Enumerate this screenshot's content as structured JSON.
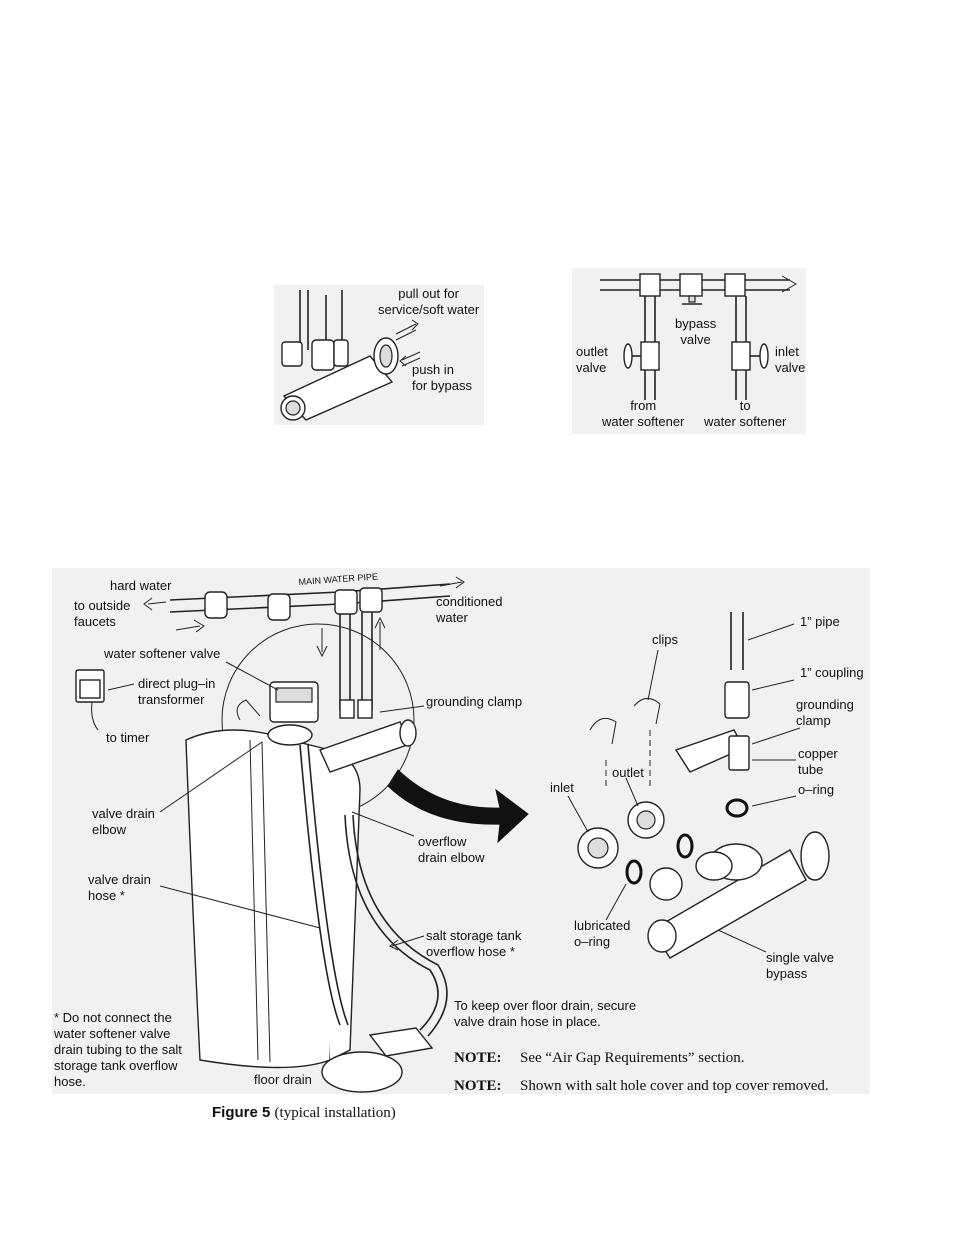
{
  "inset_left": {
    "pull_out": "pull out for\nservice/soft water",
    "push_in": "push in\nfor bypass"
  },
  "inset_right": {
    "bypass_valve": "bypass\nvalve",
    "outlet_valve": "outlet\nvalve",
    "inlet_valve": "inlet\nvalve",
    "from_softener": "from\nwater softener",
    "to_softener": "to\nwater softener"
  },
  "main": {
    "hard_water": "hard water",
    "main_water_pipe": "MAIN WATER PIPE",
    "to_outside_faucets": "to outside\nfaucets",
    "conditioned_water": "conditioned\nwater",
    "water_softener_valve": "water softener valve",
    "direct_plugin_transformer": "direct plug–in\ntransformer",
    "to_timer": "to timer",
    "grounding_clamp": "grounding clamp",
    "valve_drain_elbow": "valve drain\nelbow",
    "overflow_drain_elbow": "overflow\ndrain elbow",
    "valve_drain_hose": "valve drain\nhose *",
    "salt_tank_overflow_hose": "salt storage tank\noverflow hose *",
    "floor_drain": "floor drain",
    "footnote": "* Do not connect the\nwater softener valve\ndrain tubing to the salt\nstorage tank overflow\nhose.",
    "keep_over_drain": "To keep over floor drain, secure\nvalve drain hose in place."
  },
  "exploded": {
    "clips": "clips",
    "pipe_1in": "1” pipe",
    "coupling_1in": "1” coupling",
    "grounding_clamp": "grounding\nclamp",
    "copper_tube": "copper\ntube",
    "o_ring": "o–ring",
    "inlet": "inlet",
    "outlet": "outlet",
    "lubricated_o_ring": "lubricated\no–ring",
    "single_valve_bypass": "single valve\nbypass"
  },
  "notes": [
    {
      "label": "NOTE:",
      "text": "See “Air Gap Requirements” section."
    },
    {
      "label": "NOTE:",
      "text": "Shown with salt hole cover and top cover removed."
    }
  ],
  "caption": {
    "figure": "Figure 5",
    "desc": "(typical installation)"
  }
}
